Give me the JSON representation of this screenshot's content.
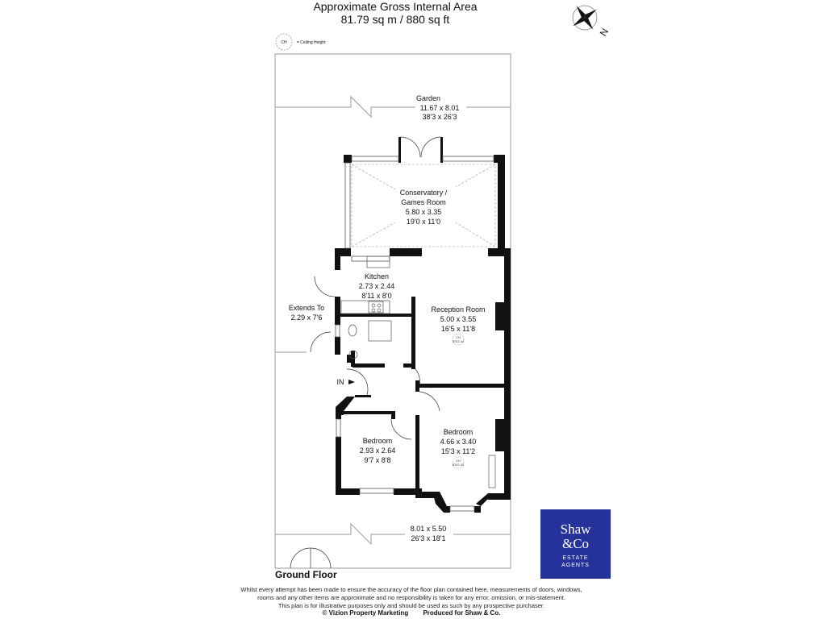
{
  "header": {
    "title": "Approximate Gross Internal Area",
    "area": "81.79 sq m / 880 sq ft"
  },
  "legend": {
    "symbol": "CH",
    "text": "= Ceiling Height"
  },
  "compass": {
    "label": "N",
    "icon": "compass-rose-icon"
  },
  "rooms": {
    "garden": {
      "name": "Garden",
      "metric": "11.67 x 8.01",
      "imperial": "38'3 x 26'3"
    },
    "conservatory": {
      "name1": "Conservatory /",
      "name2": "Games Room",
      "metric": "5.80 x 3.35",
      "imperial": "19'0 x 11'0"
    },
    "kitchen": {
      "name": "Kitchen",
      "metric": "2.73 x 2.44",
      "imperial": "8'11 x 8'0"
    },
    "extends": {
      "name": "Extends To",
      "metric": "2.29 x 7'6"
    },
    "reception": {
      "name": "Reception Room",
      "metric": "5.00 x 3.55",
      "imperial": "16'5 x 11'8",
      "ceiling": "8'0/2.44"
    },
    "bedroom1": {
      "name": "Bedroom",
      "metric": "2.93 x 2.64",
      "imperial": "9'7 x 8'8"
    },
    "bedroom2": {
      "name": "Bedroom",
      "metric": "4.66 x 3.40",
      "imperial": "15'3 x 11'2",
      "ceiling": "8'0/2.43"
    },
    "front": {
      "metric": "8.01 x 5.50",
      "imperial": "26'3 x 18'1"
    },
    "entrance": "IN"
  },
  "floor_label": "Ground Floor",
  "disclaimer": [
    "Whilst every attempt has been made to ensure the accuracy of the floor plan contained here, measurements of doors, windows,",
    "rooms and any other items are approximate and no responsibility is taken for any error, omission, or mis-statement.",
    "This plan is for illustrative purposes only and should be used as such by any prospective purchaser."
  ],
  "credits": {
    "left": "© Vizion Property Marketing",
    "right": "Produced for Shaw & Co."
  },
  "logo": {
    "line1": "Shaw",
    "line2": "&Co",
    "line3": "ESTATE",
    "line4": "AGENTS",
    "color": "#25329a"
  }
}
